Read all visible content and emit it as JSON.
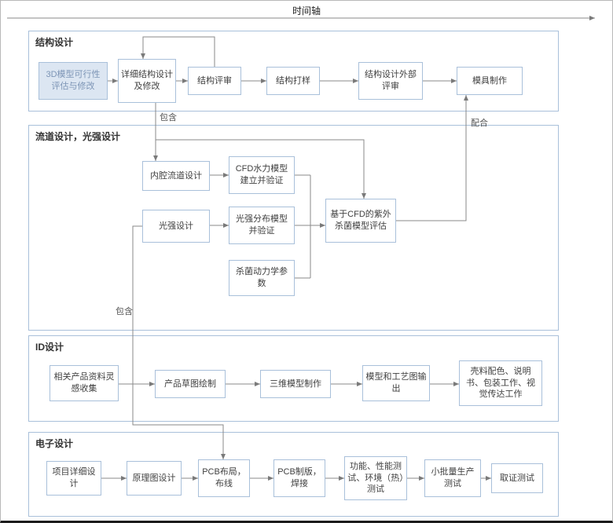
{
  "timeline": {
    "label": "时间轴"
  },
  "connectors": {
    "contains_top": "包含",
    "contains_bottom": "包含",
    "cooperate": "配合"
  },
  "lanes": {
    "structure": {
      "title": "结构设计",
      "nodes": [
        "3D模型可行性评估与修改",
        "详细结构设计及修改",
        "结构评审",
        "结构打样",
        "结构设计外部评审",
        "模具制作"
      ]
    },
    "flow_light": {
      "title": "流道设计，光强设计",
      "nodes": [
        "内腔流道设计",
        "CFD水力模型建立并验证",
        "光强设计",
        "光强分布模型并验证",
        "杀菌动力学参数",
        "基于CFD的紫外杀菌模型评估"
      ]
    },
    "id_design": {
      "title": "ID设计",
      "nodes": [
        "相关产品资料灵感收集",
        "产品草图绘制",
        "三维模型制作",
        "模型和工艺图输出",
        "壳料配色、说明书、包装工作、视觉传达工作"
      ]
    },
    "electronics": {
      "title": "电子设计",
      "nodes": [
        "项目详细设计",
        "原理图设计",
        "PCB布局，布线",
        "PCB制版，焊接",
        "功能、性能测试、环境（热）测试",
        "小批量生产测试",
        "取证测试"
      ]
    }
  },
  "colors": {
    "box_border": "#a9c0da",
    "line": "#8a8a8a",
    "highlight_fill": "#dce6f2"
  }
}
